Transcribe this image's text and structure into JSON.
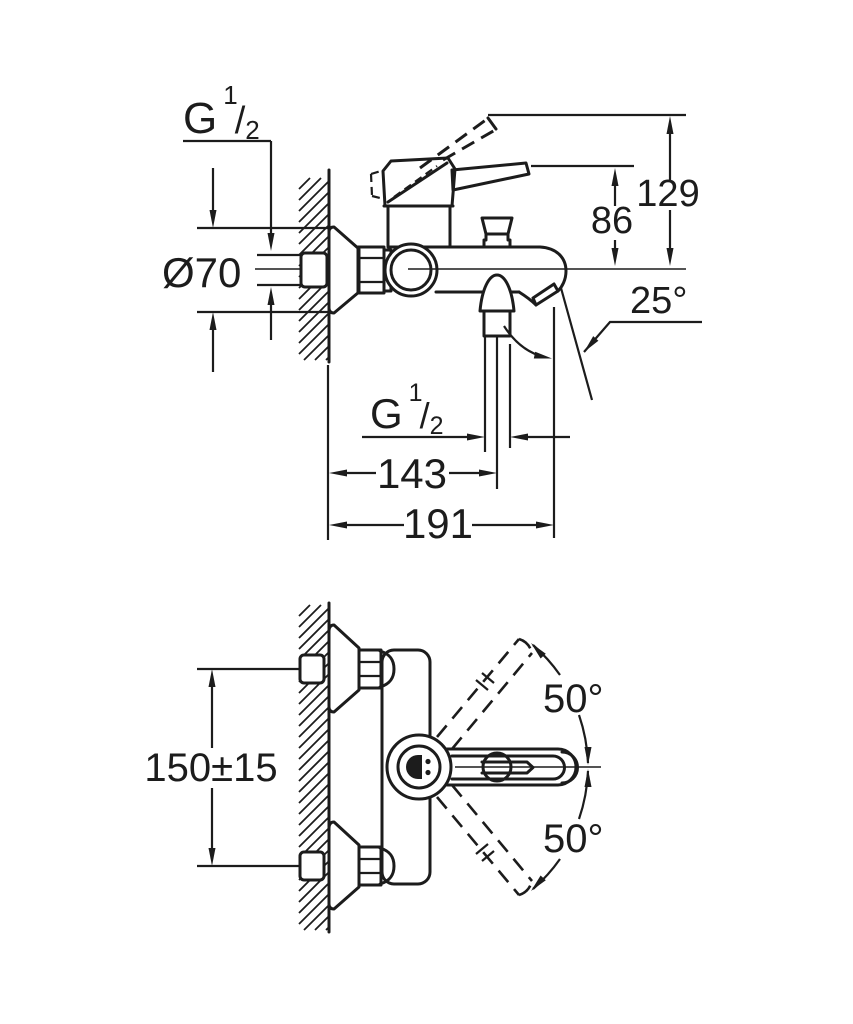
{
  "diagram": {
    "colors": {
      "line": "#1c1c1c",
      "background": "#ffffff"
    },
    "side_view": {
      "inlet_thread": {
        "prefix": "G",
        "numerator": "1",
        "slash": "/",
        "denominator": "2"
      },
      "escutcheon_diameter": "Ø70",
      "height_to_lever": "86",
      "height_to_lever_raised": "129",
      "spout_angle": "25°",
      "shower_outlet_thread": {
        "prefix": "G",
        "numerator": "1",
        "slash": "/",
        "denominator": "2"
      },
      "wall_to_shower_outlet": "143",
      "wall_to_spout_tip": "191"
    },
    "front_view": {
      "connection_centres": "150±15",
      "lever_swing_up": "50°",
      "lever_swing_down": "50°"
    }
  }
}
